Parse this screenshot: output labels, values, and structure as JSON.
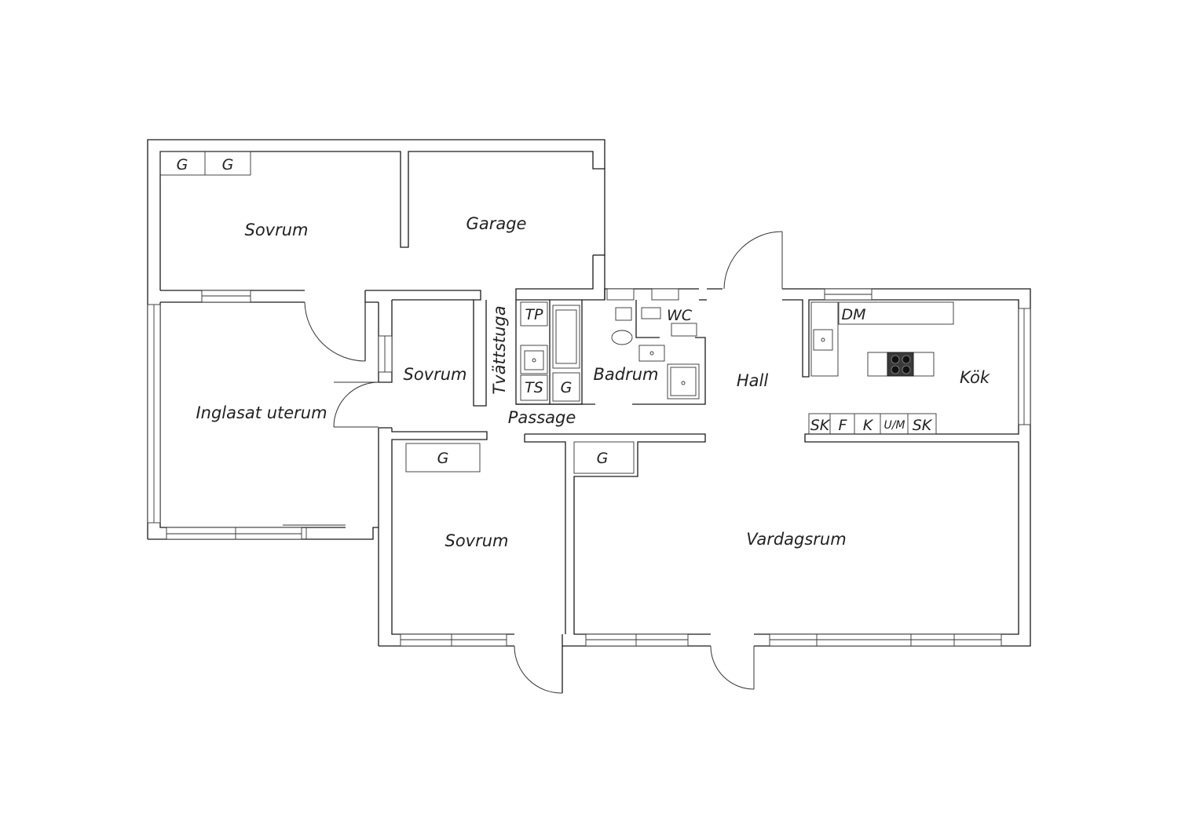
{
  "rooms": {
    "sovrum_1": "Sovrum",
    "garage": "Garage",
    "sovrum_2": "Sovrum",
    "tvattstuga": "Tvättstuga",
    "badrum": "Badrum",
    "wc": "WC",
    "hall": "Hall",
    "kok": "Kök",
    "inglasat_uterum": "Inglasat uterum",
    "passage": "Passage",
    "sovrum_3": "Sovrum",
    "vardagsrum": "Vardagsrum"
  },
  "fixtures": {
    "g_1": "G",
    "g_2": "G",
    "g_3": "G",
    "g_4": "G",
    "g_5": "G",
    "tp": "TP",
    "ts": "TS",
    "dm": "DM",
    "sk_1": "SK",
    "f": "F",
    "k": "K",
    "um": "U/M",
    "sk_2": "SK"
  }
}
